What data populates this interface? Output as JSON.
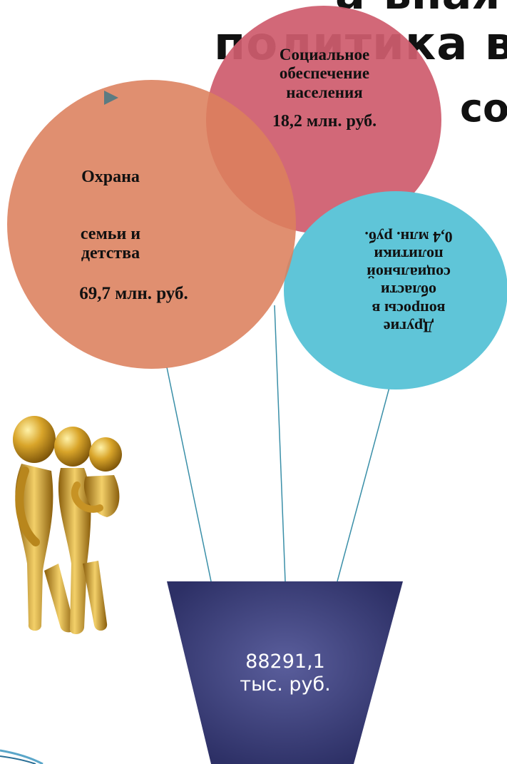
{
  "title": {
    "line1": "а-ьная",
    "line2": "политика в",
    "line3": "со"
  },
  "bubbles": {
    "social": {
      "line1": "Социальное",
      "line2": "обеспечение",
      "line3": "населения",
      "amount": "18,2 млн. руб.",
      "color": "#cf5d6e"
    },
    "family": {
      "line1": "Охрана",
      "line2": "семьи и",
      "line3": "детства",
      "amount": "69,7 млн. руб.",
      "color": "#dc8a6a"
    },
    "other": {
      "line1": "Другие",
      "line2": "вопросы в",
      "line3": "области",
      "line4": "социальной",
      "line5": "политики",
      "amount": "0,4 млн. руб.",
      "color": "#5fc5d8"
    }
  },
  "total": {
    "line1": "88291,1",
    "line2": "тыс. руб.",
    "color": "#3b3f78"
  },
  "icons": [
    "play-arrow-icon",
    "golden-family-figure"
  ]
}
